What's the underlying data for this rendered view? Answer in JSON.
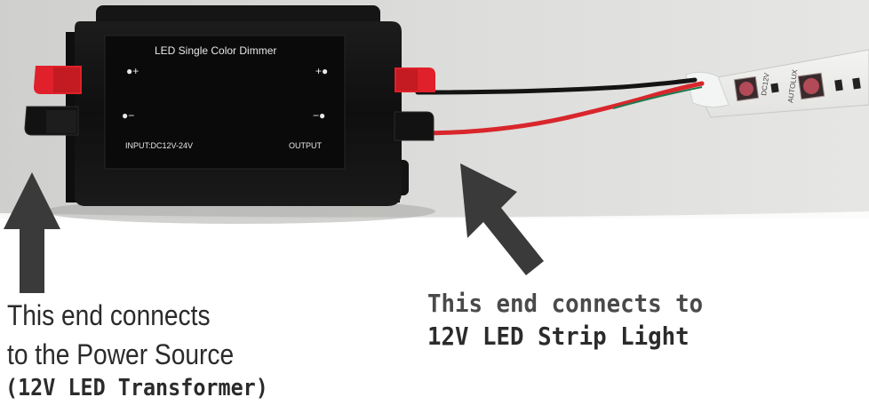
{
  "device": {
    "title": "LED Single Color Dimmer",
    "input_plus": "●+",
    "input_minus": "●−",
    "output_plus": "+●",
    "output_minus": "−●",
    "input_label": "INPUT:DC12V-24V",
    "output_label": "OUTPUT"
  },
  "strip": {
    "voltage_label": "DC12V",
    "brand_label": "AUTOLUX"
  },
  "captions": {
    "left_line1": "This end connects",
    "left_line2": "to the Power Source",
    "left_line3": "(12V LED Transformer)",
    "right_line1": "This end connects to",
    "right_line2": "12V LED Strip Light"
  },
  "colors": {
    "arrow": "#3a3a3a",
    "caption_text": "#2b2b2b",
    "dimmer_body": "#111111",
    "connector_red": "#e0202a",
    "wire_red": "#d8262c",
    "wire_black": "#141414",
    "wire_green": "#1f7a4f"
  },
  "icons": [
    "up-arrow-icon",
    "diagonal-arrow-icon"
  ]
}
